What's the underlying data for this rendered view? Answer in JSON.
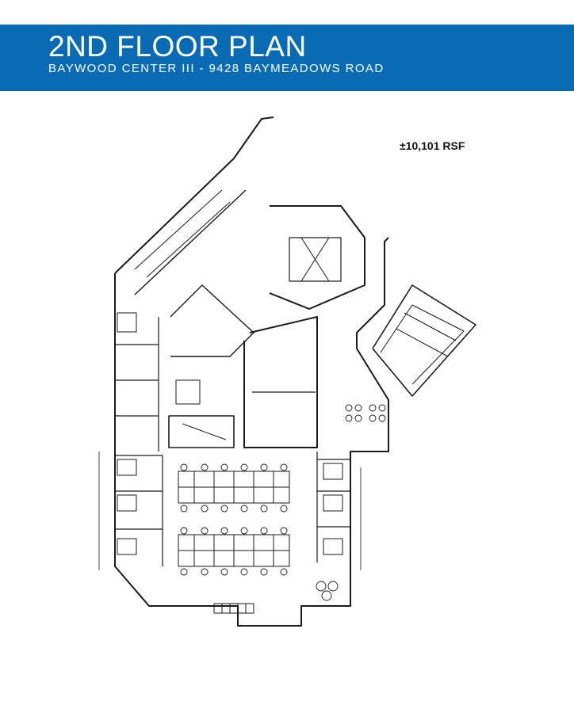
{
  "header": {
    "title": "2ND FLOOR PLAN",
    "subtitle": "BAYWOOD CENTER III - 9428 BAYMEADOWS ROAD",
    "background_color": "#0a6bb5"
  },
  "plan": {
    "area_label": "±10,101 RSF"
  }
}
